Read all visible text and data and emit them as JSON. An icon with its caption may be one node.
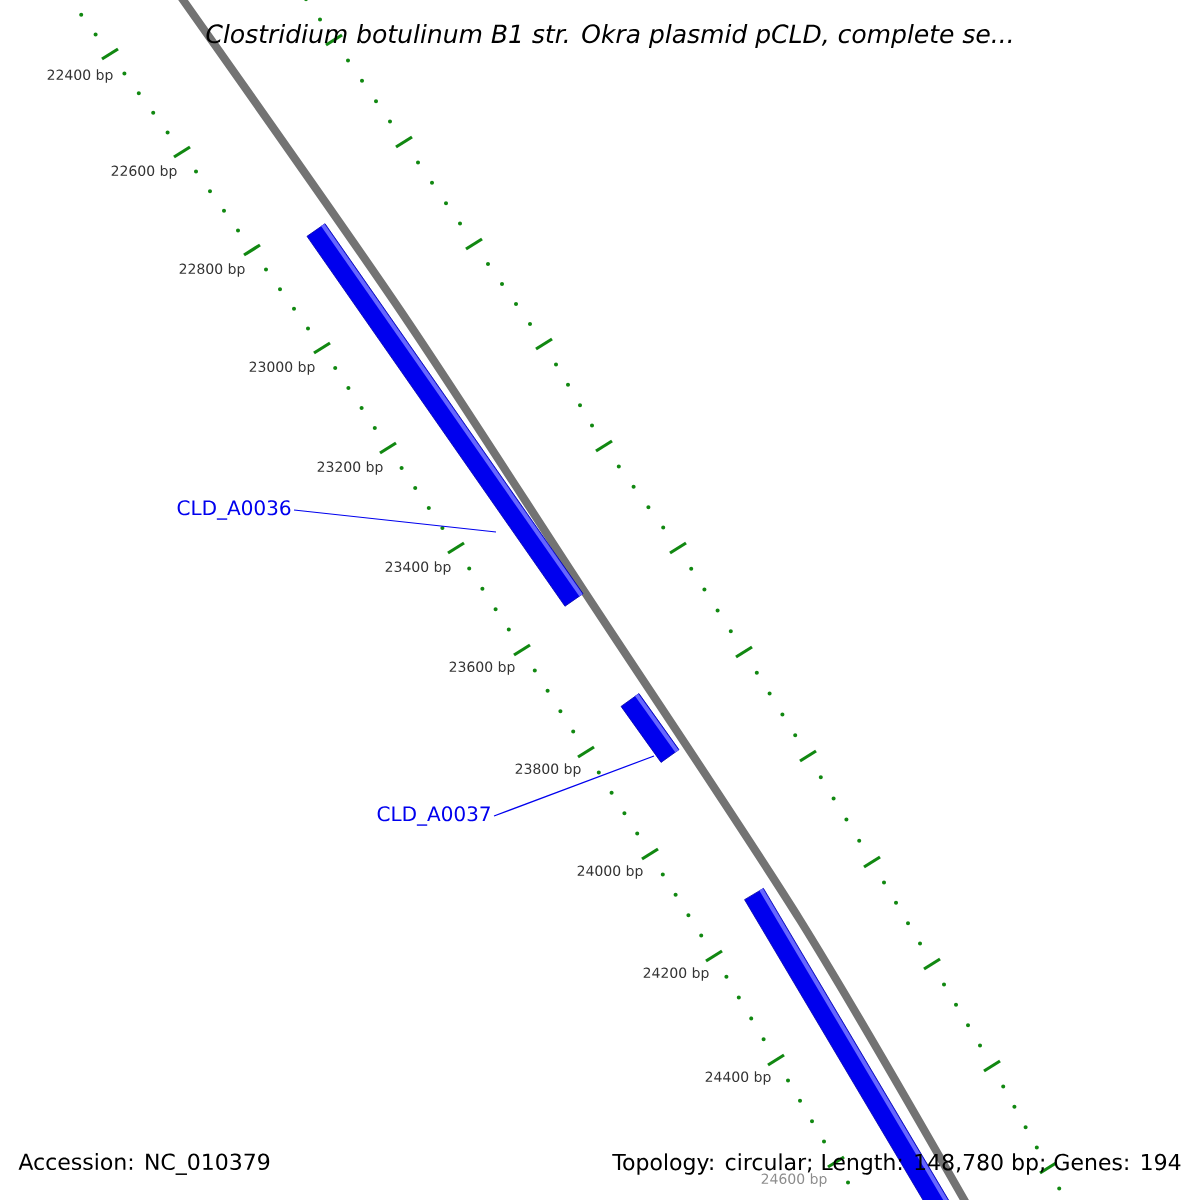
{
  "diagram": {
    "title": "*Clostridium botulinum* B1 str. Okra plasmid pCLD, complete se...",
    "nodes": [
      {
        "text": [],
        "shape": "bar"
      },
      {
        "text": [
          "CLD_A0036"
        ]
      },
      {
        "text": [],
        "shape": "bar"
      },
      {
        "text": [
          "CLD_A0037"
        ]
      },
      {
        "text": [],
        "shape": "bar"
      }
    ],
    "edges": [
      {
        "from": 1,
        "to": 0,
        "arrow": "none"
      },
      {
        "from": 3,
        "to": 2,
        "arrow": "none"
      }
    ],
    "labels": [
      "22400 bp",
      "22600 bp",
      "22800 bp",
      "23000 bp",
      "23200 bp",
      "23400 bp",
      "23600 bp",
      "23800 bp",
      "24000 bp",
      "24200 bp",
      "24400 bp",
      "24600 bp",
      "Accession: NC_010379",
      "Topology: circular; Length: 148,780 bp; Genes: 194"
    ]
  }
}
